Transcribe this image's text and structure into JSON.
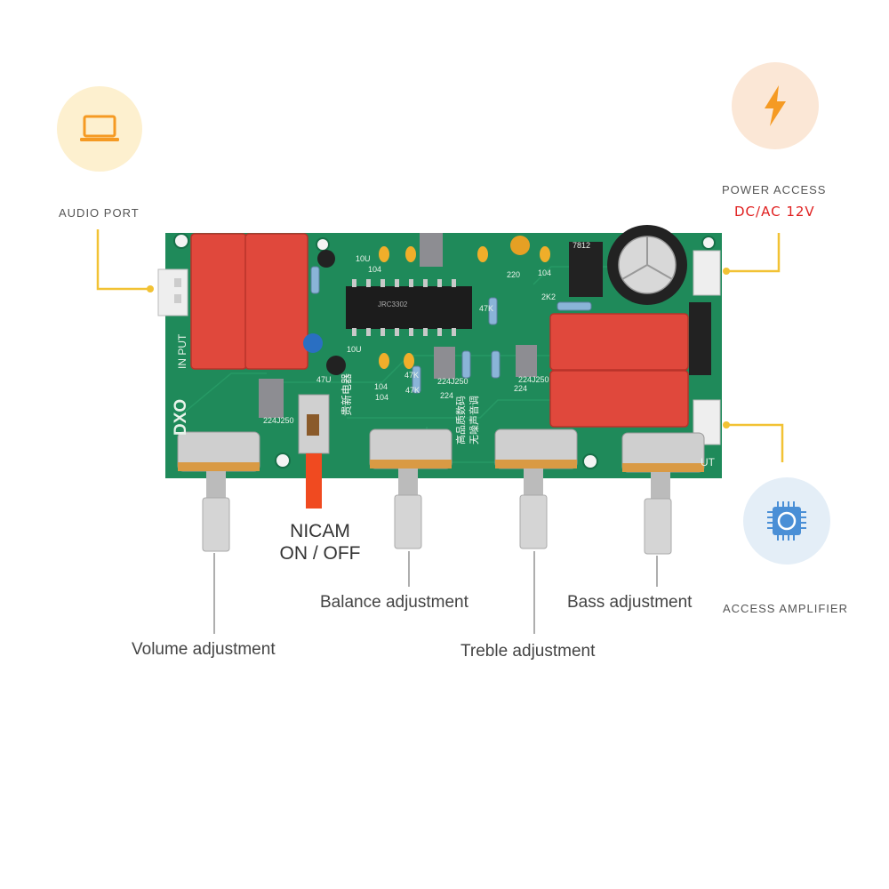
{
  "callouts": {
    "audio_port": "AUDIO PORT",
    "power_access": "POWER ACCESS",
    "power_spec": "DC/AC 12V",
    "access_amplifier": "ACCESS AMPLIFIER"
  },
  "switch_label": {
    "line1": "NICAM",
    "line2": "ON / OFF"
  },
  "knobs": {
    "volume": "Volume adjustment",
    "balance": "Balance adjustment",
    "treble": "Treble adjustment",
    "bass": "Bass adjustment"
  },
  "board": {
    "input_label": "IN PUT",
    "output_label": "UT",
    "logo": "DXO",
    "chip": "JRC3302",
    "cn_brand": "贵新电器",
    "cn_line1": "高品质数码",
    "cn_line2": "无噪声音调",
    "components": [
      "10U",
      "104",
      "104",
      "10U",
      "47U",
      "104",
      "47K",
      "47K",
      "224",
      "220",
      "104",
      "7812",
      "2K2",
      "47K",
      "224",
      "224J250",
      "224J250",
      "224J250"
    ]
  },
  "icons": {
    "audio": "laptop-icon",
    "power": "lightning-bolt-icon",
    "amplifier": "chip-icon"
  },
  "colors": {
    "accent_yellow": "#f2c234",
    "icon_orange": "#f59a23",
    "icon_blue": "#4a8fd6",
    "pcb_green": "#1f8a5a",
    "capacitor_red": "#e0483c",
    "spec_red": "#e02020"
  }
}
